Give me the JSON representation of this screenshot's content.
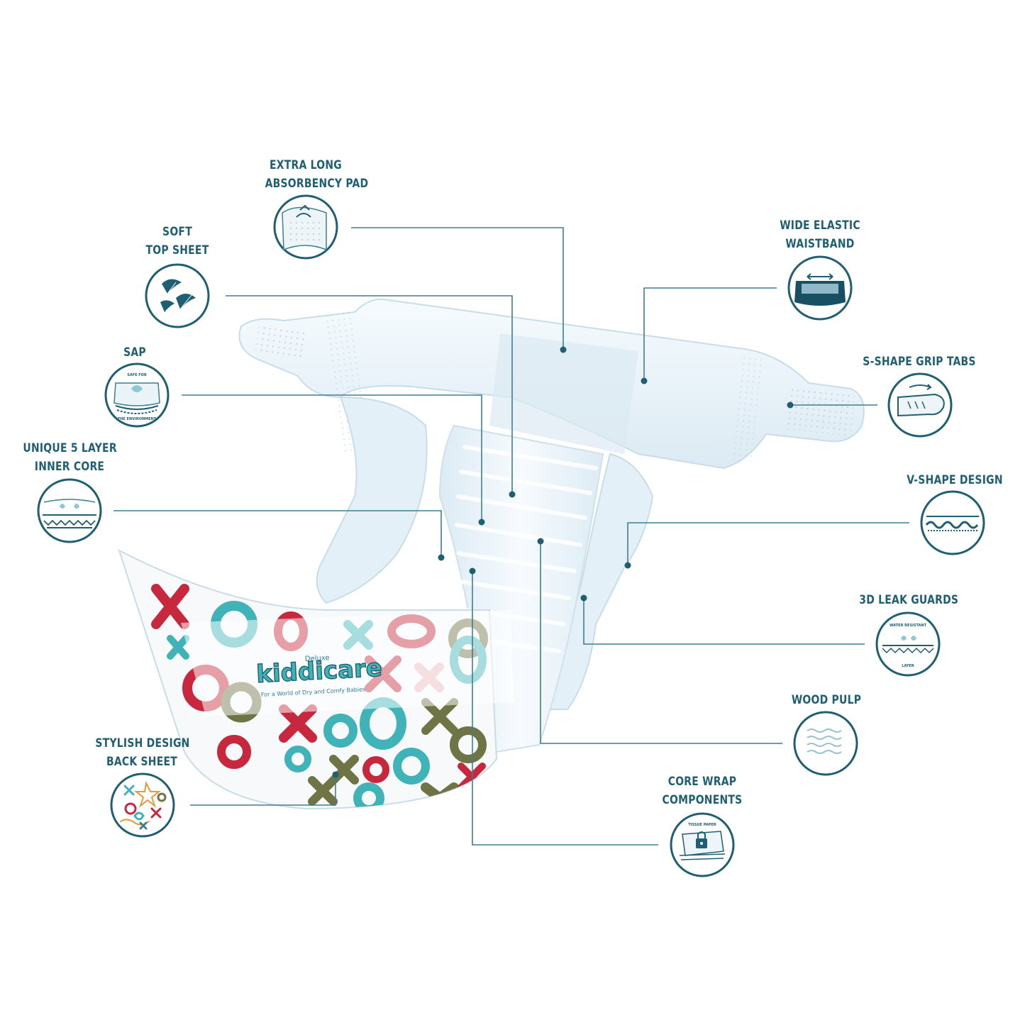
{
  "colors": {
    "ink": "#1f5f73",
    "line": "#3d7f93",
    "diaper_body": "#eef6fb",
    "diaper_shadow": "#cfe3ee",
    "pattern_red": "#c8283d",
    "pattern_teal": "#3fb3b8",
    "pattern_olive": "#6f7445",
    "pattern_pink": "#e8b8bd"
  },
  "brand": {
    "tag": "Deluxe",
    "name": "kiddicare",
    "tagline": "For a World of Dry and Comfy Babies"
  },
  "features": [
    {
      "id": "absorbency-pad",
      "lines": [
        "EXTRA LONG",
        "ABSORBENCY PAD"
      ],
      "icon": "absorbency-pad-icon"
    },
    {
      "id": "top-sheet",
      "lines": [
        "SOFT",
        "TOP SHEET"
      ],
      "icon": "feather-icon"
    },
    {
      "id": "sap",
      "lines": [
        "SAP"
      ],
      "icon": "sap-layer-icon",
      "icon_text_top": "SAFE FOR",
      "icon_text_bottom": "THE ENVIRONMENT"
    },
    {
      "id": "inner-core",
      "lines": [
        "UNIQUE 5 LAYER",
        "INNER CORE"
      ],
      "icon": "inner-core-icon"
    },
    {
      "id": "back-sheet",
      "lines": [
        "STYLISH DESIGN",
        "BACK SHEET"
      ],
      "icon": "pattern-icon"
    },
    {
      "id": "waistband",
      "lines": [
        "WIDE ELASTIC",
        "WAISTBAND"
      ],
      "icon": "waistband-icon"
    },
    {
      "id": "grip-tabs",
      "lines": [
        "S-SHAPE GRIP TABS"
      ],
      "icon": "grip-tab-icon"
    },
    {
      "id": "v-shape",
      "lines": [
        "V-SHAPE DESIGN"
      ],
      "icon": "v-shape-icon"
    },
    {
      "id": "leak-guards",
      "lines": [
        "3D LEAK GUARDS"
      ],
      "icon": "leak-guard-icon",
      "icon_text_top": "WATER RESISTANT",
      "icon_text_bottom": "LAYER"
    },
    {
      "id": "wood-pulp",
      "lines": [
        "WOOD PULP"
      ],
      "icon": "wood-pulp-icon"
    },
    {
      "id": "core-wrap",
      "lines": [
        "CORE WRAP",
        "COMPONENTS"
      ],
      "icon": "core-wrap-icon",
      "icon_text_top": "TISSUE PAPER"
    }
  ]
}
